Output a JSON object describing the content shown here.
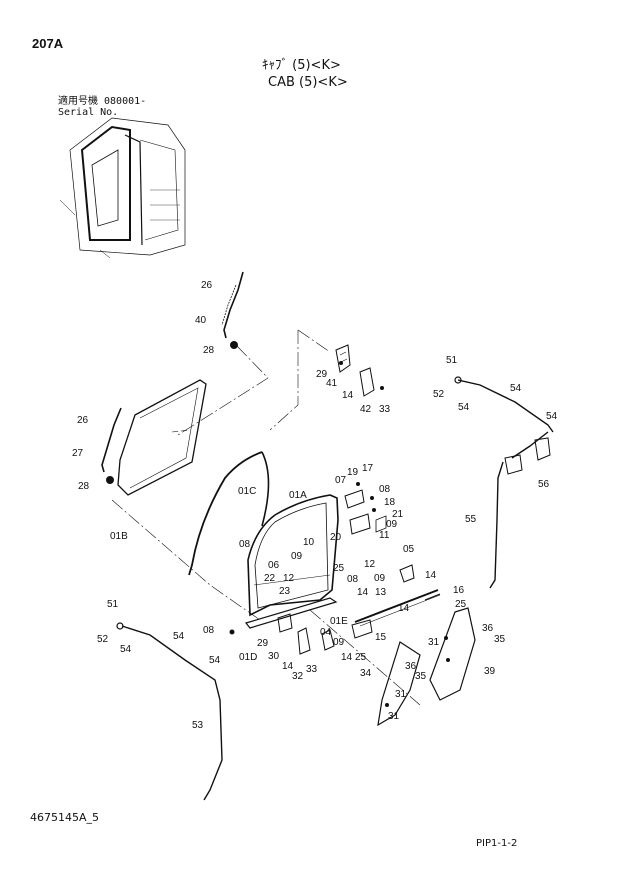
{
  "header": {
    "page_code": "207A",
    "title_jp": "ｷｬﾌﾞ (5)<K>",
    "title_en": "CAB (5)<K>",
    "serial_jp": "適用号機 080001-",
    "serial_en": "Serial No."
  },
  "footer": {
    "drawing_number": "4675145A_5",
    "page_ref": "PIP1-1-2"
  },
  "callouts": [
    "26",
    "40",
    "28",
    "29",
    "41",
    "14",
    "42",
    "33",
    "51",
    "52",
    "54",
    "54",
    "54",
    "56",
    "26",
    "27",
    "28",
    "01B",
    "01C",
    "01A",
    "19",
    "17",
    "07",
    "08",
    "18",
    "21",
    "09",
    "11",
    "20",
    "08",
    "10",
    "09",
    "06",
    "12",
    "25",
    "08",
    "12",
    "23",
    "22",
    "05",
    "09",
    "14",
    "16",
    "13",
    "14",
    "14",
    "25",
    "08",
    "29",
    "30",
    "14",
    "33",
    "32",
    "01D",
    "04",
    "01E",
    "09",
    "15",
    "14",
    "25",
    "36",
    "31",
    "35",
    "36",
    "35",
    "34",
    "31",
    "31",
    "39",
    "55",
    "51",
    "52",
    "54",
    "54",
    "54",
    "53"
  ]
}
